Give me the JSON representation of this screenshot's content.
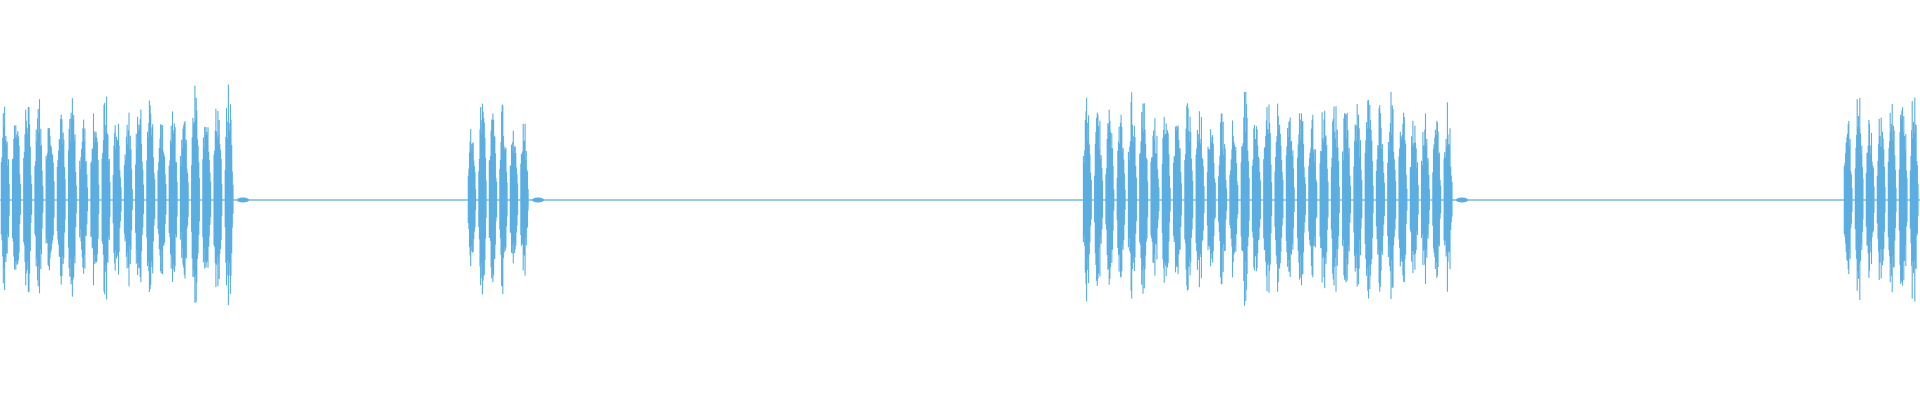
{
  "waveform": {
    "color": "#5aaee2",
    "background": "#ffffff",
    "description_kind": "audio-amplitude",
    "bursts": [
      {
        "start_s": 0.0,
        "end_s": 2.35,
        "peaks": 21,
        "amplitude": 0.93
      },
      {
        "start_s": 4.67,
        "end_s": 5.3,
        "peaks": 6,
        "amplitude": 0.88
      },
      {
        "start_s": 10.82,
        "end_s": 14.54,
        "peaks": 33,
        "amplitude": 0.9
      },
      {
        "start_s": 18.43,
        "end_s": 19.2,
        "peaks": 7,
        "amplitude": 0.92
      }
    ],
    "duration_s": 19.2
  }
}
